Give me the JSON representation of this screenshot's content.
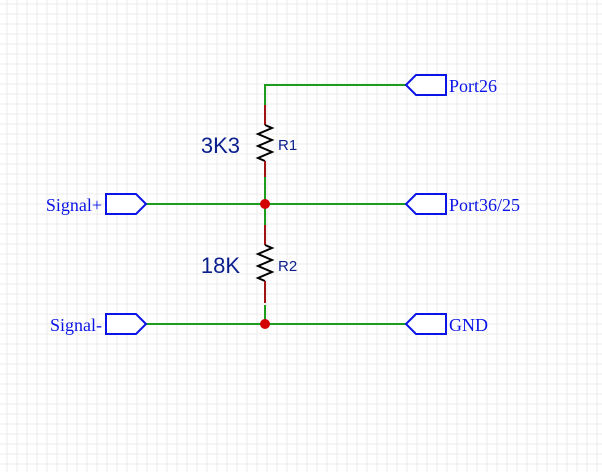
{
  "colors": {
    "grid": "#ebebeb",
    "wire": "#1e9c1e",
    "pin": "#a01414",
    "resistor": "#000000",
    "junction": "#d40000",
    "port": "#0a14e6",
    "label": "#0a1e8c"
  },
  "components": {
    "r1": {
      "designator": "R1",
      "value": "3K3"
    },
    "r2": {
      "designator": "R2",
      "value": "18K"
    }
  },
  "ports": {
    "signal_plus": "Signal+",
    "signal_minus": "Signal-",
    "port26": "Port26",
    "port36_25": "Port36/25",
    "gnd": "GND"
  }
}
